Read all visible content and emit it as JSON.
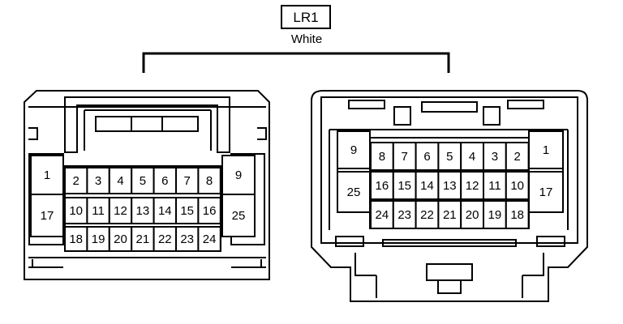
{
  "connector": {
    "code": "LR1",
    "color": "White"
  },
  "left_connector": {
    "rows": [
      [
        "1",
        "2",
        "3",
        "4",
        "5",
        "6",
        "7",
        "8",
        "9"
      ],
      [
        "17",
        "10",
        "11",
        "12",
        "13",
        "14",
        "15",
        "16",
        "25"
      ],
      [
        "18",
        "19",
        "20",
        "21",
        "22",
        "23",
        "24"
      ]
    ]
  },
  "right_connector": {
    "rows": [
      [
        "9",
        "8",
        "7",
        "6",
        "5",
        "4",
        "3",
        "2",
        "1"
      ],
      [
        "25",
        "16",
        "15",
        "14",
        "13",
        "12",
        "11",
        "10",
        "17"
      ],
      [
        "24",
        "23",
        "22",
        "21",
        "20",
        "19",
        "18"
      ]
    ]
  }
}
